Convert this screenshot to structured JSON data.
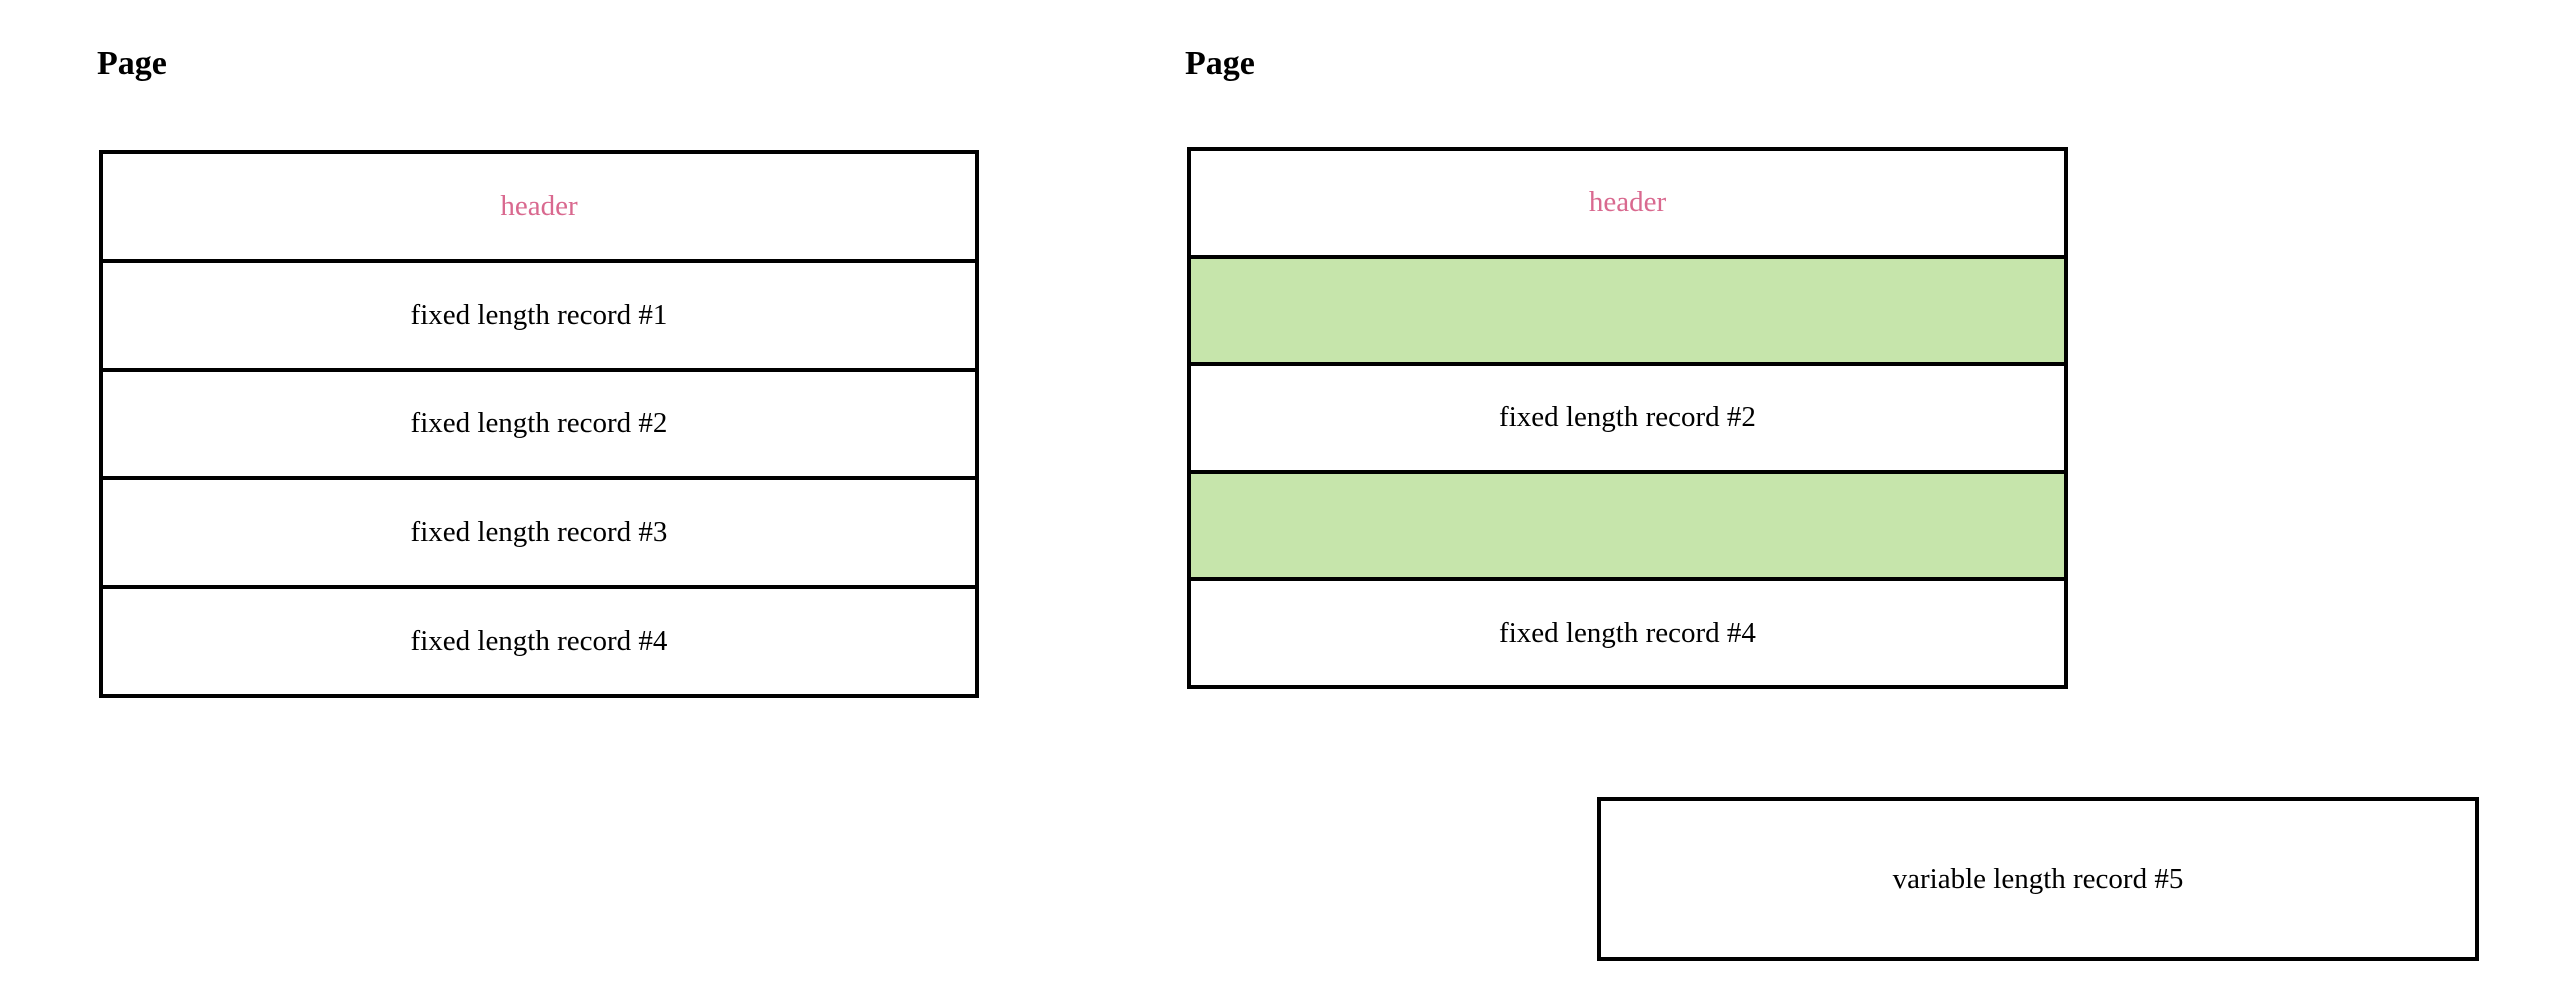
{
  "colors": {
    "page_background": "#ffffff",
    "border": "#000000",
    "text": "#000000",
    "header_label": "#d9698f",
    "free_slot": "#c6e5ab"
  },
  "left_page": {
    "title": "Page",
    "rows": [
      {
        "type": "header",
        "label": "header"
      },
      {
        "type": "record",
        "label": "fixed length record #1"
      },
      {
        "type": "record",
        "label": "fixed length record #2"
      },
      {
        "type": "record",
        "label": "fixed length record #3"
      },
      {
        "type": "record",
        "label": "fixed length record #4"
      }
    ]
  },
  "right_page": {
    "title": "Page",
    "rows": [
      {
        "type": "header",
        "label": "header"
      },
      {
        "type": "free",
        "label": ""
      },
      {
        "type": "record",
        "label": "fixed length record #2"
      },
      {
        "type": "free",
        "label": ""
      },
      {
        "type": "record",
        "label": "fixed length record #4"
      }
    ]
  },
  "detached_record": {
    "label": "variable length record #5"
  }
}
